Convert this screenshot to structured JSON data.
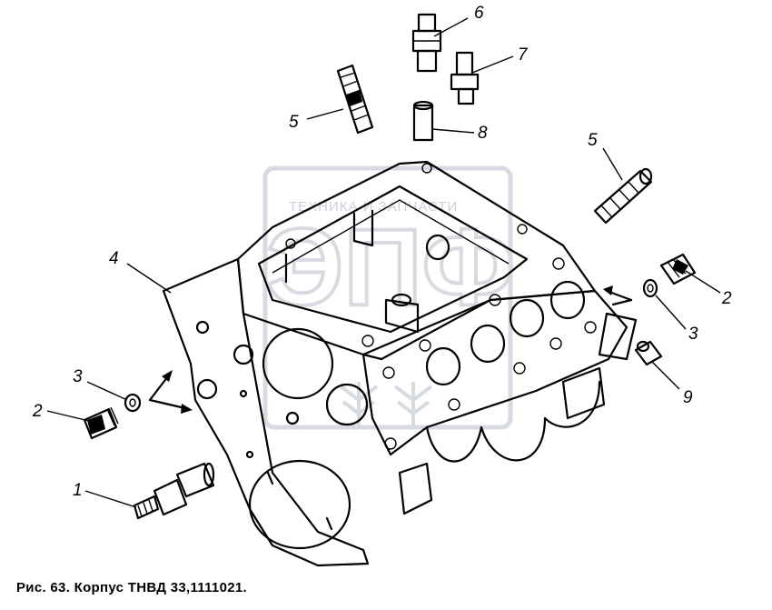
{
  "watermark": {
    "text": "ТЕХНИКА И ЗАПЧАСТИ",
    "logo_letters": "ЭПФ",
    "color": "#c8ccd6"
  },
  "callouts": [
    {
      "id": "6a",
      "label": "6"
    },
    {
      "id": "7a",
      "label": "7"
    },
    {
      "id": "5a",
      "label": "5"
    },
    {
      "id": "8a",
      "label": "8"
    },
    {
      "id": "5b",
      "label": "5"
    },
    {
      "id": "4a",
      "label": "4"
    },
    {
      "id": "2a",
      "label": "2"
    },
    {
      "id": "3a",
      "label": "3"
    },
    {
      "id": "9a",
      "label": "9"
    },
    {
      "id": "3b",
      "label": "3"
    },
    {
      "id": "2b",
      "label": "2"
    },
    {
      "id": "1a",
      "label": "1"
    }
  ],
  "caption": "Рис. 63. Корпус ТНВД 33,1111021."
}
